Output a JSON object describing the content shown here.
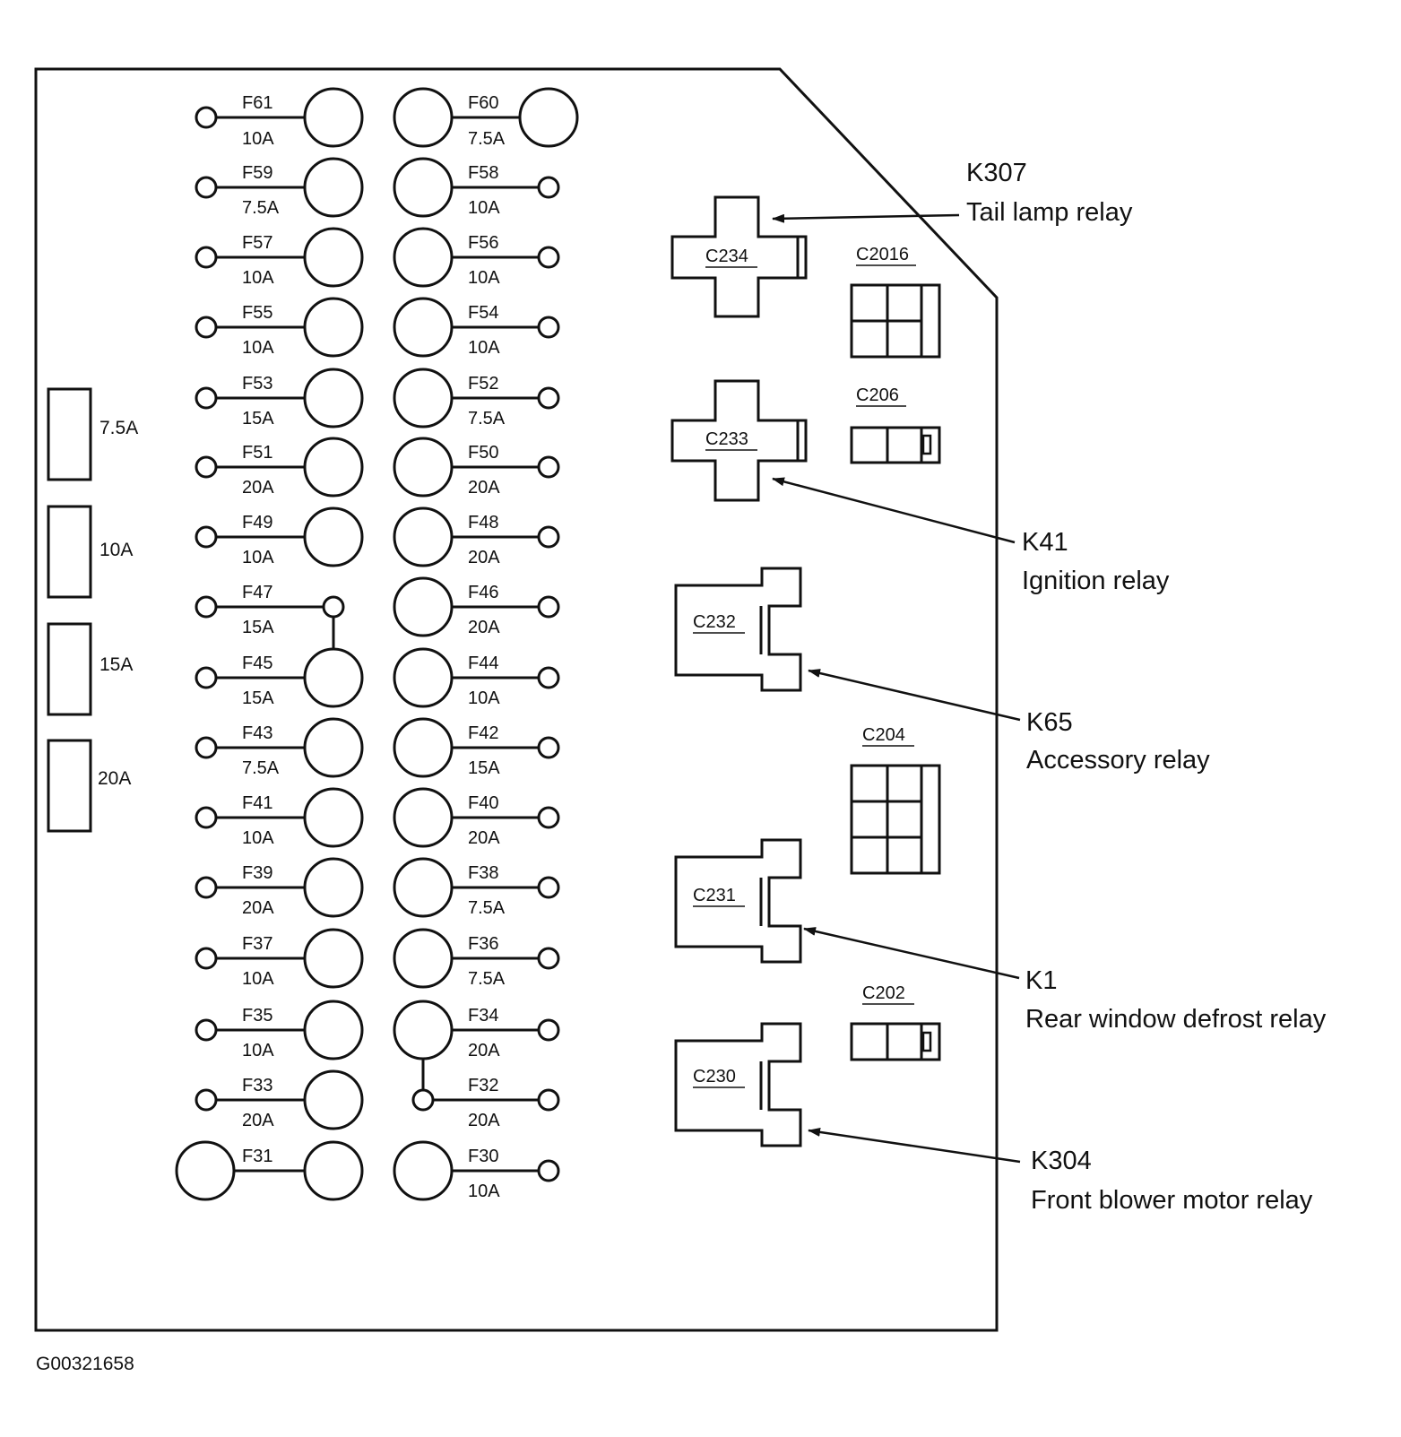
{
  "figure_ref": "G00321658",
  "fuses_left": [
    {
      "id": "F61",
      "rating": "10A"
    },
    {
      "id": "F59",
      "rating": "7.5A"
    },
    {
      "id": "F57",
      "rating": "10A"
    },
    {
      "id": "F55",
      "rating": "10A"
    },
    {
      "id": "F53",
      "rating": "15A"
    },
    {
      "id": "F51",
      "rating": "20A"
    },
    {
      "id": "F49",
      "rating": "10A"
    },
    {
      "id": "F47",
      "rating": "15A"
    },
    {
      "id": "F45",
      "rating": "15A"
    },
    {
      "id": "F43",
      "rating": "7.5A"
    },
    {
      "id": "F41",
      "rating": "10A"
    },
    {
      "id": "F39",
      "rating": "20A"
    },
    {
      "id": "F37",
      "rating": "10A"
    },
    {
      "id": "F35",
      "rating": "10A"
    },
    {
      "id": "F33",
      "rating": "20A"
    },
    {
      "id": "F31",
      "rating": ""
    }
  ],
  "fuses_right": [
    {
      "id": "F60",
      "rating": "7.5A"
    },
    {
      "id": "F58",
      "rating": "10A"
    },
    {
      "id": "F56",
      "rating": "10A"
    },
    {
      "id": "F54",
      "rating": "10A"
    },
    {
      "id": "F52",
      "rating": "7.5A"
    },
    {
      "id": "F50",
      "rating": "20A"
    },
    {
      "id": "F48",
      "rating": "20A"
    },
    {
      "id": "F46",
      "rating": "20A"
    },
    {
      "id": "F44",
      "rating": "10A"
    },
    {
      "id": "F42",
      "rating": "15A"
    },
    {
      "id": "F40",
      "rating": "20A"
    },
    {
      "id": "F38",
      "rating": "7.5A"
    },
    {
      "id": "F36",
      "rating": "7.5A"
    },
    {
      "id": "F34",
      "rating": "20A"
    },
    {
      "id": "F32",
      "rating": "20A"
    },
    {
      "id": "F30",
      "rating": "10A"
    }
  ],
  "spare_fuses": [
    "7.5A",
    "10A",
    "15A",
    "20A"
  ],
  "relay_sockets": [
    "C234",
    "C233",
    "C232",
    "C231",
    "C230"
  ],
  "connectors": [
    "C2016",
    "C206",
    "C204",
    "C202"
  ],
  "relays": [
    {
      "code": "K307",
      "name": "Tail lamp relay"
    },
    {
      "code": "K41",
      "name": "Ignition relay"
    },
    {
      "code": "K65",
      "name": "Accessory relay"
    },
    {
      "code": "K1",
      "name": "Rear window defrost relay"
    },
    {
      "code": "K304",
      "name": "Front blower motor relay"
    }
  ]
}
